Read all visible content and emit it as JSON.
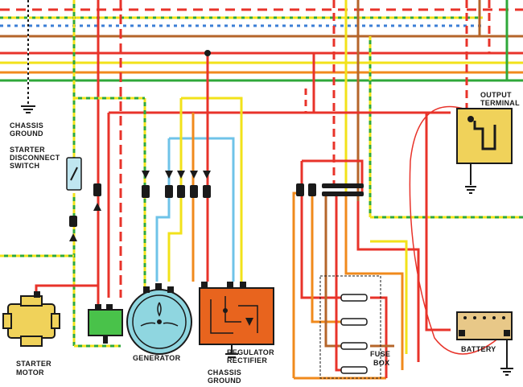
{
  "labels": {
    "chassis_ground_top": [
      "CHASSIS",
      "GROUND"
    ],
    "starter_switch": [
      "STARTER",
      "DISCONNECT",
      "SWITCH"
    ],
    "output_terminal": [
      "OUTPUT",
      "TERMINAL"
    ],
    "starter_motor": [
      "STARTER",
      "MOTOR"
    ],
    "generator": "GENERATOR",
    "regulator": [
      "REGULATOR",
      "RECTIFIER"
    ],
    "chassis_ground_bottom": [
      "CHASSIS",
      "GROUND"
    ],
    "battery": "BATTERY",
    "fuse_box": [
      "FUSE",
      "BOX"
    ]
  },
  "colors": {
    "red": "#e8332a",
    "yellow": "#f2e21a",
    "green": "#2fa83a",
    "brown": "#b5652a",
    "blue": "#3c7fd6",
    "lightblue": "#6fc3e8",
    "orange": "#f08a1c",
    "black": "#1a1a1a",
    "component_yellow": "#f0d25a",
    "component_green": "#49c24a",
    "component_cyan": "#8fd6e0",
    "component_orange": "#e8641e",
    "battery_tan": "#e8c888"
  }
}
